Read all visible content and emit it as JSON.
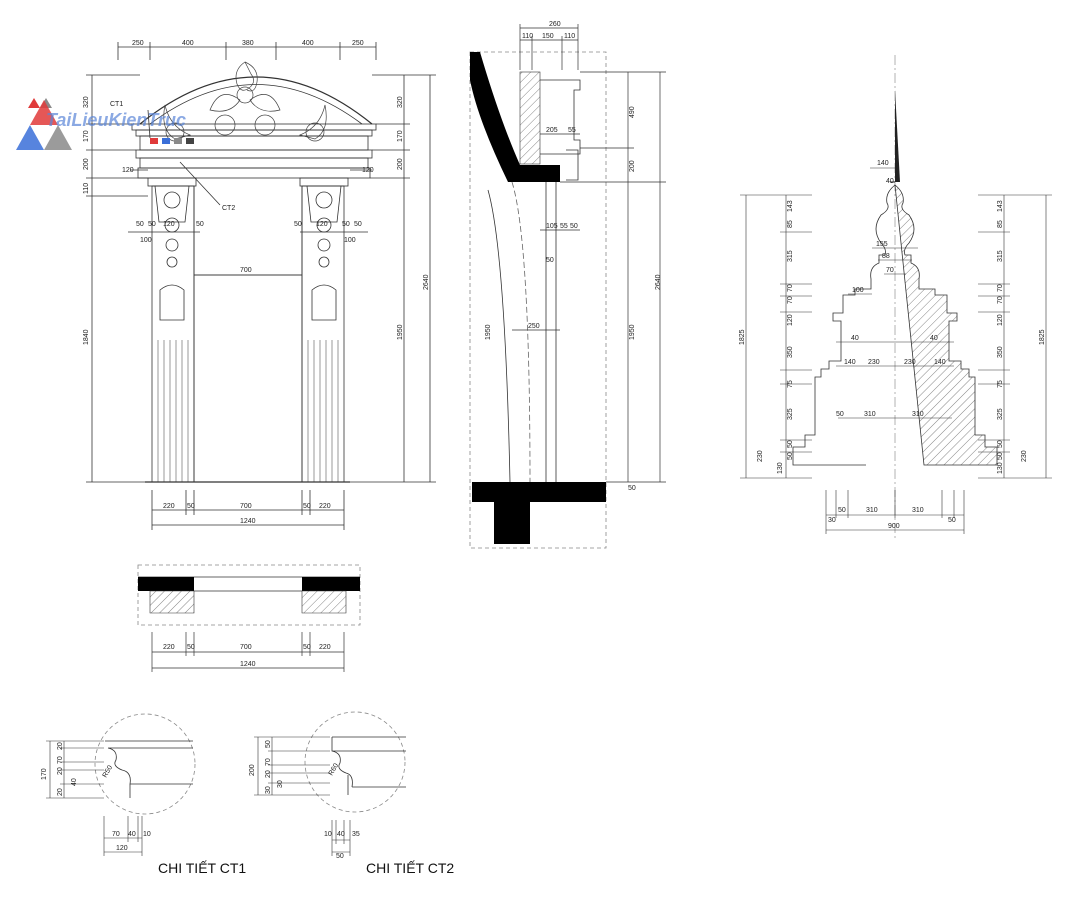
{
  "watermark": {
    "text": "TaiLieuKienTruc",
    "colors": [
      "#e03a3a",
      "#3a6fd8",
      "#8a8a8a",
      "#444444"
    ]
  },
  "labels": {
    "ct1": "CT1",
    "ct2": "CT2",
    "detail_ct1": "CHI TIẾT CT1",
    "detail_ct2": "CHI TIẾT CT2"
  },
  "elevation": {
    "top_dims": [
      "250",
      "400",
      "380",
      "400",
      "250"
    ],
    "left_dims": [
      "320",
      "170",
      "200",
      "110",
      "1840"
    ],
    "right_dims": [
      "320",
      "170",
      "200",
      "1950",
      "2640"
    ],
    "side_120_left": "120",
    "side_120_right": "120",
    "capital_dims": [
      "50",
      "50",
      "120",
      "50",
      "100",
      "100",
      "50",
      "120",
      "50",
      "50"
    ],
    "opening": "700",
    "bottom_dims": [
      "220",
      "50",
      "700",
      "50",
      "220"
    ],
    "total": "1240"
  },
  "section": {
    "top_total": "260",
    "top_dims": [
      "110",
      "150",
      "110"
    ],
    "right_dims": [
      "490",
      "200",
      "1950",
      "2640",
      "50"
    ],
    "inner_dims": [
      "205",
      "55",
      "105",
      "55",
      "50",
      "50",
      "250",
      "1950"
    ]
  },
  "plan": {
    "bottom_dims": [
      "220",
      "50",
      "700",
      "50",
      "220"
    ],
    "total": "1240"
  },
  "finial": {
    "left_dims": [
      "143",
      "85",
      "315",
      "70",
      "120",
      "70",
      "350",
      "75",
      "325",
      "50",
      "50",
      "130",
      "230",
      "1825"
    ],
    "right_dims": [
      "143",
      "85",
      "315",
      "70",
      "120",
      "70",
      "350",
      "75",
      "325",
      "50",
      "50",
      "130",
      "230",
      "1825"
    ],
    "inner_dims": [
      "140",
      "40",
      "155",
      "88",
      "70",
      "100",
      "40",
      "40",
      "140",
      "230",
      "230",
      "140",
      "50",
      "310",
      "310"
    ],
    "bottom_dims": [
      "30",
      "50",
      "310",
      "310",
      "50",
      "900"
    ]
  },
  "ct1": {
    "left_dims": [
      "170",
      "20",
      "70",
      "20",
      "40",
      "20"
    ],
    "radius": "R50",
    "bottom_dims": [
      "70",
      "40",
      "10",
      "120"
    ]
  },
  "ct2": {
    "left_dims": [
      "200",
      "50",
      "70",
      "20",
      "30",
      "30"
    ],
    "radius": "R60",
    "bottom_dims": [
      "10",
      "40",
      "35",
      "50"
    ]
  }
}
